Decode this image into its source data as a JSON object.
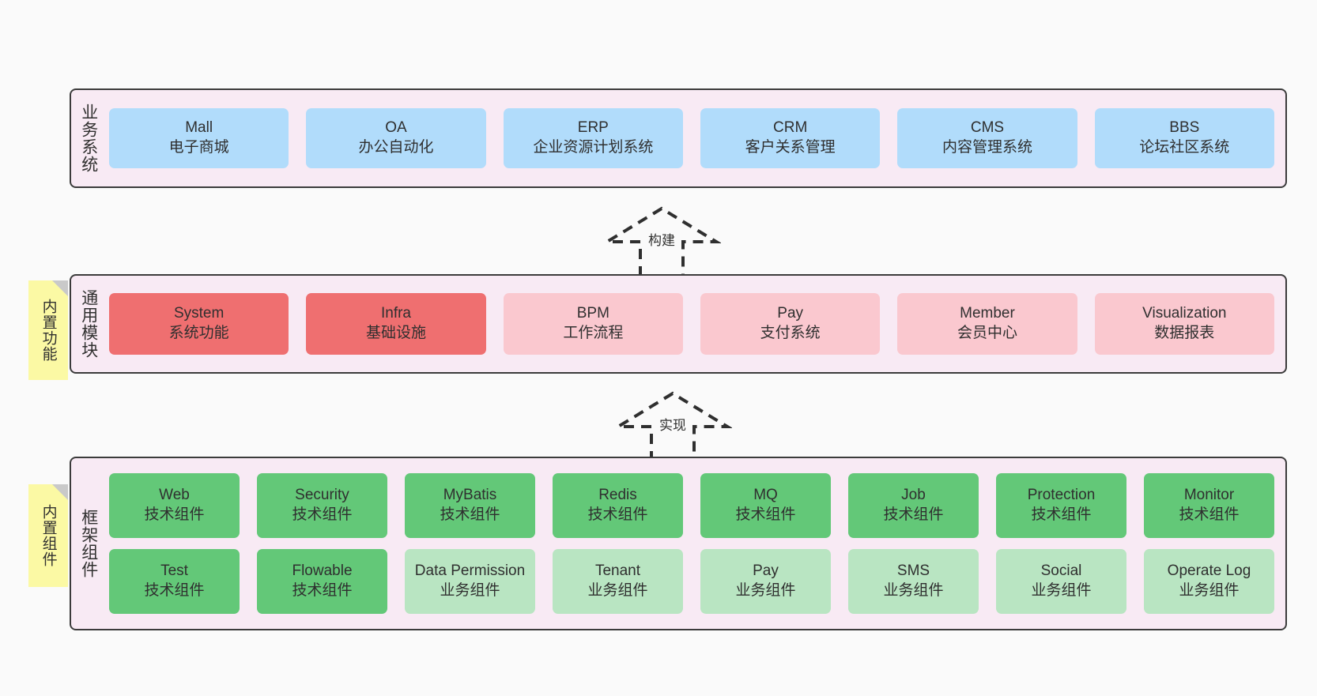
{
  "diagram": {
    "background": "#fafafa",
    "band_background": "#f8eaf4",
    "band_border": "#3b3b3b",
    "colors": {
      "blue": "#b1dcfb",
      "red": "#ef6f70",
      "pink": "#fac8cf",
      "green": "#63c878",
      "light_green": "#b9e5c2",
      "note_yellow": "#fbf9a4",
      "note_fold": "#c9c9c9"
    }
  },
  "layers": [
    {
      "title": "业务系统",
      "rows": [
        [
          {
            "en": "Mall",
            "cn": "电子商城",
            "color": "blue"
          },
          {
            "en": "OA",
            "cn": "办公自动化",
            "color": "blue"
          },
          {
            "en": "ERP",
            "cn": "企业资源计划系统",
            "color": "blue"
          },
          {
            "en": "CRM",
            "cn": "客户关系管理",
            "color": "blue"
          },
          {
            "en": "CMS",
            "cn": "内容管理系统",
            "color": "blue"
          },
          {
            "en": "BBS",
            "cn": "论坛社区系统",
            "color": "blue"
          }
        ]
      ]
    },
    {
      "title": "通用模块",
      "note": "内置功能",
      "rows": [
        [
          {
            "en": "System",
            "cn": "系统功能",
            "color": "red"
          },
          {
            "en": "Infra",
            "cn": "基础设施",
            "color": "red"
          },
          {
            "en": "BPM",
            "cn": "工作流程",
            "color": "pink"
          },
          {
            "en": "Pay",
            "cn": "支付系统",
            "color": "pink"
          },
          {
            "en": "Member",
            "cn": "会员中心",
            "color": "pink"
          },
          {
            "en": "Visualization",
            "cn": "数据报表",
            "color": "pink"
          }
        ]
      ]
    },
    {
      "title": "框架组件",
      "note": "内置组件",
      "rows": [
        [
          {
            "en": "Web",
            "cn": "技术组件",
            "color": "green"
          },
          {
            "en": "Security",
            "cn": "技术组件",
            "color": "green"
          },
          {
            "en": "MyBatis",
            "cn": "技术组件",
            "color": "green"
          },
          {
            "en": "Redis",
            "cn": "技术组件",
            "color": "green"
          },
          {
            "en": "MQ",
            "cn": "技术组件",
            "color": "green"
          },
          {
            "en": "Job",
            "cn": "技术组件",
            "color": "green"
          },
          {
            "en": "Protection",
            "cn": "技术组件",
            "color": "green"
          },
          {
            "en": "Monitor",
            "cn": "技术组件",
            "color": "green"
          }
        ],
        [
          {
            "en": "Test",
            "cn": "技术组件",
            "color": "green"
          },
          {
            "en": "Flowable",
            "cn": "技术组件",
            "color": "green"
          },
          {
            "en": "Data Permission",
            "cn": "业务组件",
            "color": "light_green"
          },
          {
            "en": "Tenant",
            "cn": "业务组件",
            "color": "light_green"
          },
          {
            "en": "Pay",
            "cn": "业务组件",
            "color": "light_green"
          },
          {
            "en": "SMS",
            "cn": "业务组件",
            "color": "light_green"
          },
          {
            "en": "Social",
            "cn": "业务组件",
            "color": "light_green"
          },
          {
            "en": "Operate Log",
            "cn": "业务组件",
            "color": "light_green"
          }
        ]
      ]
    }
  ],
  "connectors": [
    {
      "label": "构建"
    },
    {
      "label": "实现"
    }
  ]
}
